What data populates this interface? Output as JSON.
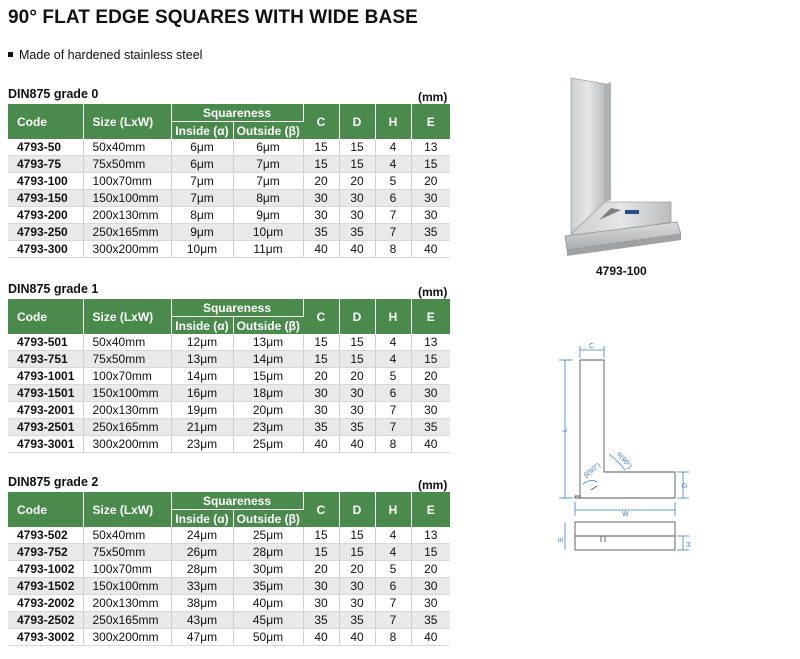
{
  "title": "90° FLAT EDGE SQUARES WITH WIDE BASE",
  "bullet": "Made of hardened stainless steel",
  "headers": {
    "code": "Code",
    "size": "Size (LxW)",
    "squareness": "Squareness",
    "inside": "Inside (α)",
    "outside": "Outside (β)",
    "c": "C",
    "d": "D",
    "h": "H",
    "e": "E"
  },
  "unit": "(mm)",
  "tables": [
    {
      "label": "DIN875 grade 0",
      "rows": [
        [
          "4793-50",
          "50x40mm",
          "6μm",
          "6μm",
          "15",
          "15",
          "4",
          "13"
        ],
        [
          "4793-75",
          "75x50mm",
          "6μm",
          "7μm",
          "15",
          "15",
          "4",
          "15"
        ],
        [
          "4793-100",
          "100x70mm",
          "7μm",
          "7μm",
          "20",
          "20",
          "5",
          "20"
        ],
        [
          "4793-150",
          "150x100mm",
          "7μm",
          "8μm",
          "30",
          "30",
          "6",
          "30"
        ],
        [
          "4793-200",
          "200x130mm",
          "8μm",
          "9μm",
          "30",
          "30",
          "7",
          "30"
        ],
        [
          "4793-250",
          "250x165mm",
          "9μm",
          "10μm",
          "35",
          "35",
          "7",
          "35"
        ],
        [
          "4793-300",
          "300x200mm",
          "10μm",
          "11μm",
          "40",
          "40",
          "8",
          "40"
        ]
      ]
    },
    {
      "label": "DIN875 grade 1",
      "rows": [
        [
          "4793-501",
          "50x40mm",
          "12μm",
          "13μm",
          "15",
          "15",
          "4",
          "13"
        ],
        [
          "4793-751",
          "75x50mm",
          "13μm",
          "14μm",
          "15",
          "15",
          "4",
          "15"
        ],
        [
          "4793-1001",
          "100x70mm",
          "14μm",
          "15μm",
          "20",
          "20",
          "5",
          "20"
        ],
        [
          "4793-1501",
          "150x100mm",
          "16μm",
          "18μm",
          "30",
          "30",
          "6",
          "30"
        ],
        [
          "4793-2001",
          "200x130mm",
          "19μm",
          "20μm",
          "30",
          "30",
          "7",
          "30"
        ],
        [
          "4793-2501",
          "250x165mm",
          "21μm",
          "23μm",
          "35",
          "35",
          "7",
          "35"
        ],
        [
          "4793-3001",
          "300x200mm",
          "23μm",
          "25μm",
          "40",
          "40",
          "8",
          "40"
        ]
      ]
    },
    {
      "label": "DIN875 grade 2",
      "rows": [
        [
          "4793-502",
          "50x40mm",
          "24μm",
          "25μm",
          "15",
          "15",
          "4",
          "13"
        ],
        [
          "4793-752",
          "75x50mm",
          "26μm",
          "28μm",
          "15",
          "15",
          "4",
          "15"
        ],
        [
          "4793-1002",
          "100x70mm",
          "28μm",
          "30μm",
          "20",
          "20",
          "5",
          "20"
        ],
        [
          "4793-1502",
          "150x100mm",
          "33μm",
          "35μm",
          "30",
          "30",
          "6",
          "30"
        ],
        [
          "4793-2002",
          "200x130mm",
          "38μm",
          "40μm",
          "30",
          "30",
          "7",
          "30"
        ],
        [
          "4793-2502",
          "250x165mm",
          "43μm",
          "45μm",
          "35",
          "35",
          "7",
          "35"
        ],
        [
          "4793-3002",
          "300x200mm",
          "47μm",
          "50μm",
          "40",
          "40",
          "8",
          "40"
        ]
      ]
    }
  ],
  "photo_caption": "4793-100",
  "diagram_labels": {
    "c": "C",
    "l": "L",
    "alpha": "α(90°)",
    "beta": "β(90°)",
    "d": "D",
    "w": "W",
    "e": "E",
    "h": "H"
  },
  "colors": {
    "header_green": "#4a8a4c",
    "row_alt": "#e9e9e9",
    "diagram_blue": "#3d7fc4"
  }
}
